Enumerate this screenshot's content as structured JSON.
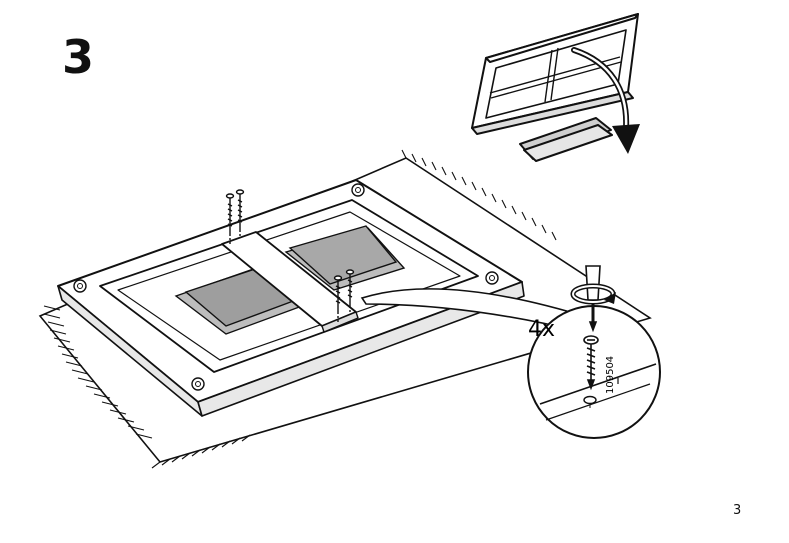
{
  "step": {
    "number": "3"
  },
  "callout": {
    "quantity": "4x",
    "part_number": "109504"
  },
  "page": {
    "number": "3"
  },
  "icons": [
    "screw-icon",
    "screwdriver-icon",
    "rotation-arrow-icon",
    "flip-arrow-icon"
  ]
}
